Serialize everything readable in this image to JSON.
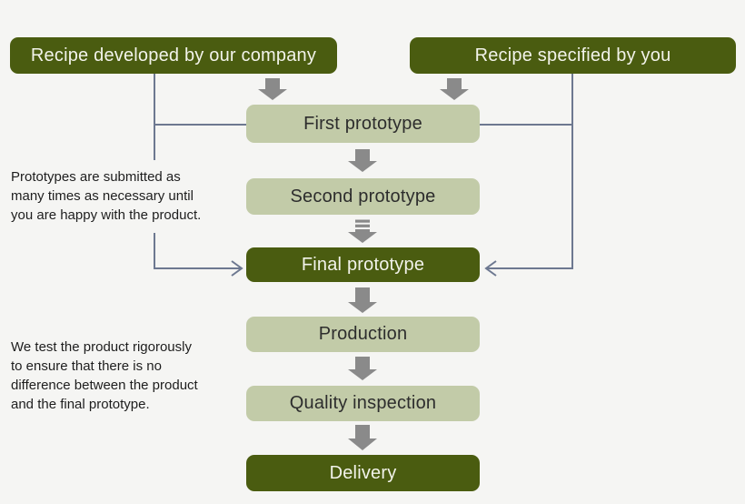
{
  "diagram": {
    "type": "flowchart",
    "nodes": {
      "recipe_company": {
        "label": "Recipe developed by our company"
      },
      "recipe_you": {
        "label": "Recipe specified by you"
      },
      "first_prototype": {
        "label": "First prototype"
      },
      "second_prototype": {
        "label": "Second prototype"
      },
      "final_prototype": {
        "label": "Final prototype"
      },
      "production": {
        "label": "Production"
      },
      "quality_inspection": {
        "label": "Quality inspection"
      },
      "delivery": {
        "label": "Delivery"
      }
    },
    "notes": {
      "prototypes": {
        "lines": [
          "Prototypes are submitted as",
          "many times as necessary until",
          "you are happy with the product."
        ]
      },
      "testing": {
        "lines": [
          "We test the product rigorously",
          "to ensure that there is no",
          "difference between the product",
          "and the final prototype."
        ]
      }
    },
    "colors": {
      "background": "#f5f5f3",
      "dark_green": "#4a5c10",
      "light_green": "#c2cba8",
      "arrow_gray": "#8a8a8a",
      "connector_slate": "#6d7890"
    }
  }
}
